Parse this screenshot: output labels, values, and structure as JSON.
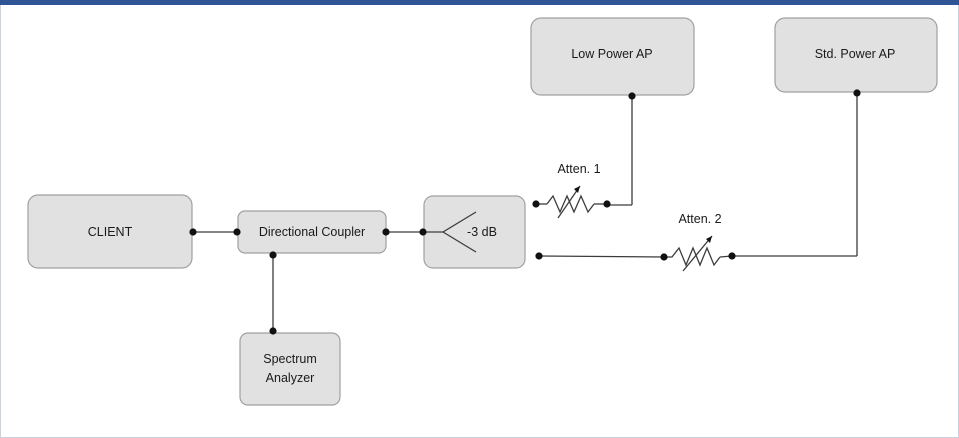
{
  "blocks": {
    "client": "CLIENT",
    "directional_coupler": "Directional Coupler",
    "spectrum_analyzer_line1": "Spectrum",
    "spectrum_analyzer_line2": "Analyzer",
    "splitter": "-3 dB",
    "low_power_ap": "Low Power AP",
    "std_power_ap": "Std. Power AP"
  },
  "attenuators": {
    "atten1": "Atten. 1",
    "atten2": "Atten. 2"
  },
  "colors": {
    "block_fill": "#e1e1e1",
    "block_stroke": "#a0a0a0",
    "wire": "#3c3c3c",
    "top_bar": "#2f5597"
  }
}
